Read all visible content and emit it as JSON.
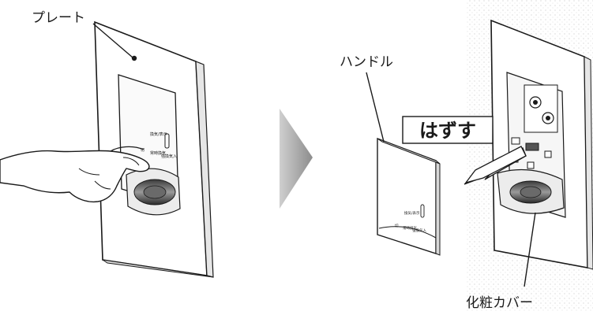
{
  "labels": {
    "plate": "プレート",
    "handle": "ハンドル",
    "remove": "はずす",
    "cover": "化粧カバー"
  },
  "switch_text": {
    "top": "換気/表示",
    "off": "切",
    "mid": "常時換気",
    "on": "強換気入"
  },
  "colors": {
    "line": "#1a1a1a",
    "arrow_gray": "#9a9a9a",
    "wall_texture": "#cfcfcf"
  }
}
